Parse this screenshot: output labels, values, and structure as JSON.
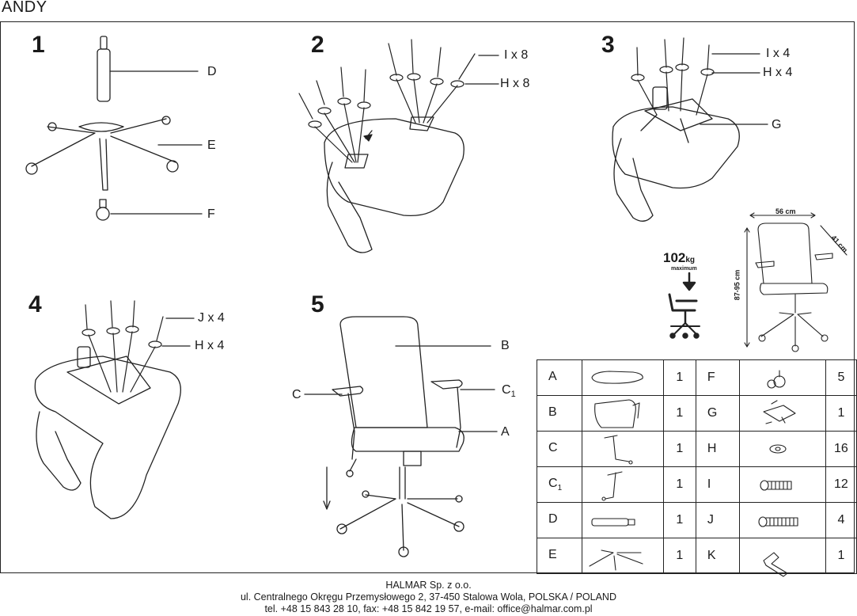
{
  "title": "ANDY",
  "steps": [
    "1",
    "2",
    "3",
    "4",
    "5"
  ],
  "step1": {
    "d": "D",
    "e": "E",
    "f": "F"
  },
  "step2": {
    "bolts": "I x 8",
    "washers": "H x 8"
  },
  "step3": {
    "bolts": "I x 4",
    "washers": "H x 4",
    "plate": "G"
  },
  "step4": {
    "bolts": "J x 4",
    "washers": "H x 4"
  },
  "step5": {
    "back": "B",
    "arm_left": "C",
    "arm_right": "C",
    "arm_right_sub": "1",
    "seat": "A"
  },
  "dimensions": {
    "width": "56 cm",
    "depth": "41 cm",
    "height": "87-95 cm"
  },
  "capacity": {
    "value": "102",
    "unit": "kg",
    "note": "maximum"
  },
  "parts": [
    {
      "code": "A",
      "sub": "",
      "qty": "1",
      "code2": "F",
      "qty2": "5"
    },
    {
      "code": "B",
      "sub": "",
      "qty": "1",
      "code2": "G",
      "qty2": "1"
    },
    {
      "code": "C",
      "sub": "",
      "qty": "1",
      "code2": "H",
      "qty2": "16"
    },
    {
      "code": "C",
      "sub": "1",
      "qty": "1",
      "code2": "I",
      "qty2": "12"
    },
    {
      "code": "D",
      "sub": "",
      "qty": "1",
      "code2": "J",
      "qty2": "4"
    },
    {
      "code": "E",
      "sub": "",
      "qty": "1",
      "code2": "K",
      "qty2": "1"
    }
  ],
  "footer": {
    "company": "HALMAR Sp. z o.o.",
    "address": "ul. Centralnego Okręgu Przemysłowego 2, 37-450 Stalowa Wola, POLSKA / POLAND",
    "contact": "tel. +48 15 843 28 10, fax: +48 15 842 19 57, e-mail: office@halmar.com.pl"
  }
}
